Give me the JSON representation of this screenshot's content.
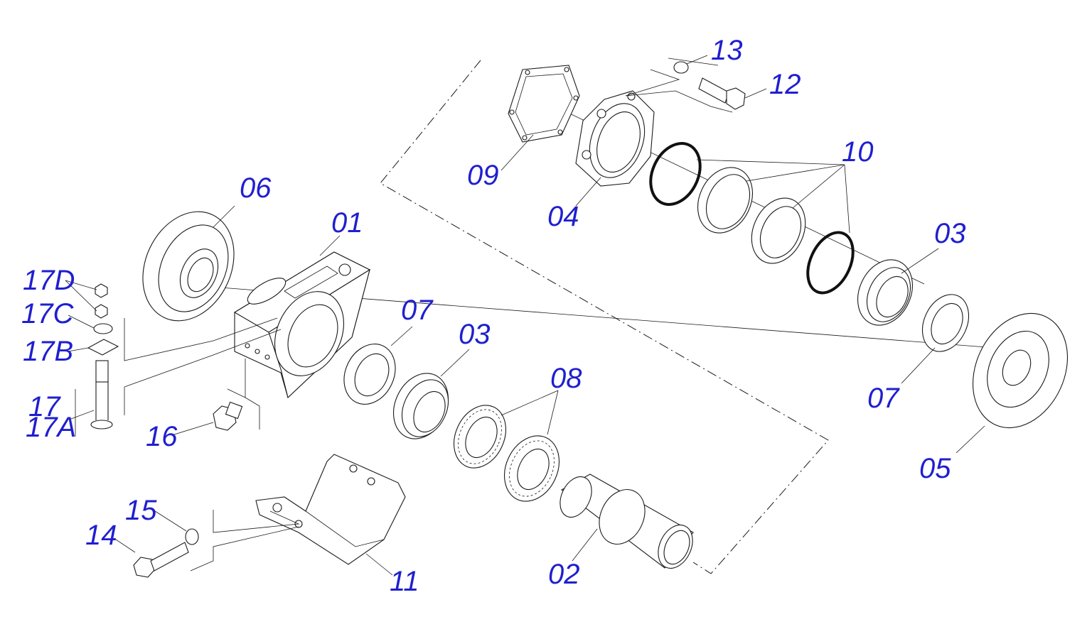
{
  "diagram": {
    "label_color": "#1f1fcf",
    "line_color": "#1a1a1a",
    "labels": {
      "p13": "13",
      "p12": "12",
      "p10": "10",
      "p09": "09",
      "p04": "04",
      "p06": "06",
      "p01": "01",
      "p03a": "03",
      "p03b": "03",
      "p07a": "07",
      "p07b": "07",
      "p08": "08",
      "p05": "05",
      "p02": "02",
      "p11": "11",
      "p14": "14",
      "p15": "15",
      "p16": "16",
      "p17": "17",
      "p17a": "17A",
      "p17b": "17B",
      "p17c": "17C",
      "p17d": "17D"
    }
  }
}
